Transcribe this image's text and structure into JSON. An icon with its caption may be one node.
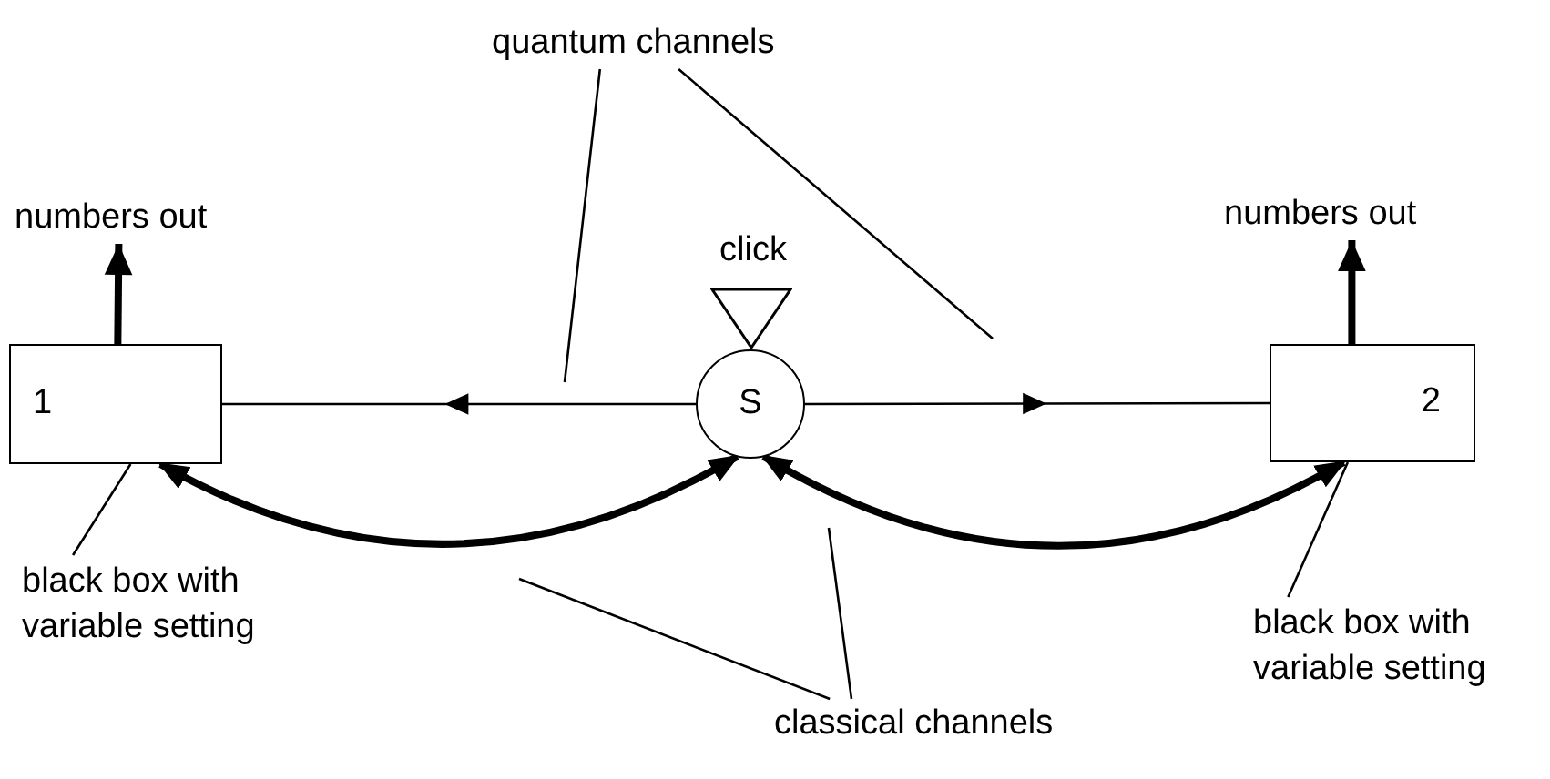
{
  "diagram": {
    "nodes": [
      {
        "text": [
          "1"
        ]
      },
      {
        "text": [
          "S"
        ]
      },
      {
        "text": [
          "2"
        ]
      },
      {
        "text": [
          "numbers out"
        ]
      },
      {
        "text": [
          "numbers out"
        ]
      },
      {
        "text": [],
        "shape": "triangle",
        "beside": [
          "click"
        ]
      },
      {
        "text": [
          "quantum channels"
        ]
      },
      {
        "text": [
          "black box with variable setting"
        ]
      },
      {
        "text": [
          "black box with variable setting"
        ]
      },
      {
        "text": [
          "classical channels"
        ]
      }
    ],
    "edges": [
      {
        "from": 1,
        "to": 0,
        "arrow": "to"
      },
      {
        "from": 1,
        "to": 2,
        "arrow": "to"
      },
      {
        "from": 0,
        "to": 1,
        "arrow": "both",
        "style": "thick"
      },
      {
        "from": 1,
        "to": 2,
        "arrow": "both",
        "style": "thick"
      },
      {
        "from": 0,
        "to": 3,
        "arrow": "to",
        "style": "thick"
      },
      {
        "from": 2,
        "to": 4,
        "arrow": "to",
        "style": "thick"
      },
      {
        "from": 6,
        "to": null,
        "arrow": "none"
      },
      {
        "from": 6,
        "to": null,
        "arrow": "none"
      },
      {
        "from": 7,
        "to": 0,
        "arrow": "none"
      },
      {
        "from": 8,
        "to": 2,
        "arrow": "none"
      },
      {
        "from": 9,
        "to": null,
        "arrow": "none"
      },
      {
        "from": 9,
        "to": null,
        "arrow": "none"
      }
    ]
  }
}
